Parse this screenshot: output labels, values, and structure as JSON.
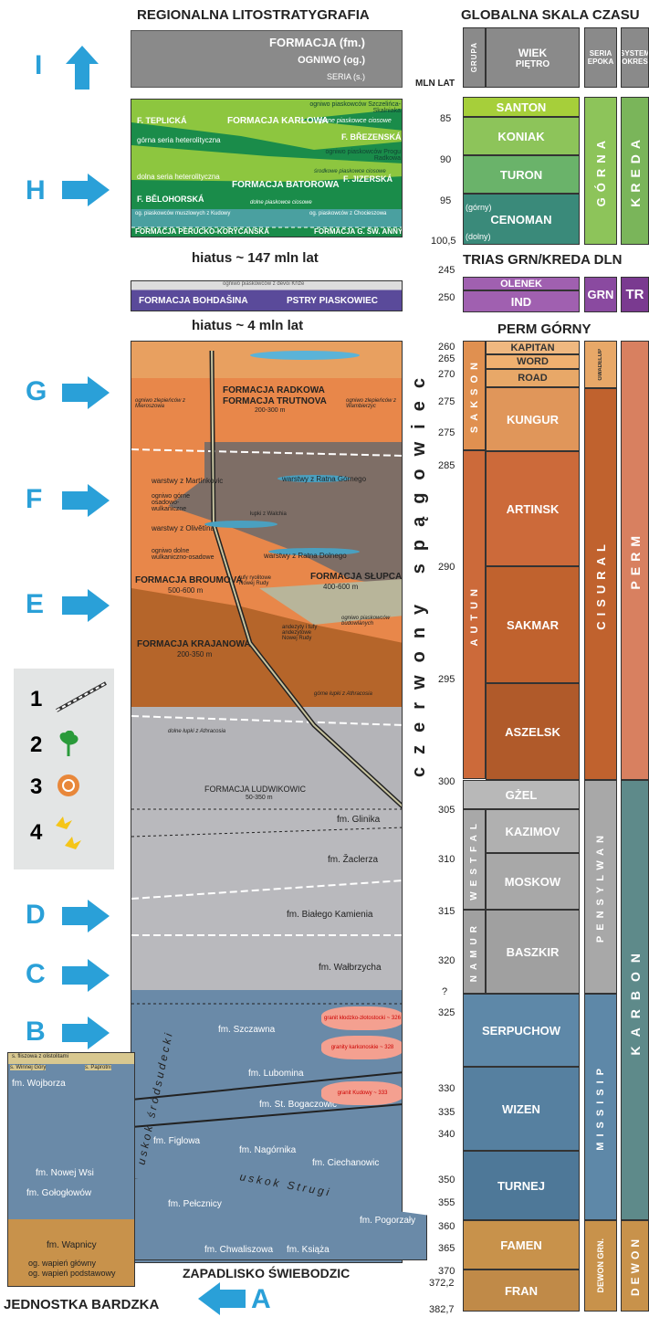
{
  "headers": {
    "left": "REGIONALNA LITOSTRATYGRAFIA",
    "right": "GLOBALNA SKALA CZASU",
    "mln_lat": "MLN LAT",
    "trias": "TRIAS GRN/KREDA DLN",
    "perm_gorny": "PERM GÓRNY"
  },
  "legend_box": {
    "formacja": "FORMACJA (fm.)",
    "ogniwo": "OGNIWO (og.)",
    "seria": "SERIA (s.)"
  },
  "global_header": {
    "grupa": "GRUPA",
    "wiek": "WIEK",
    "pietro": "PIĘTRO",
    "seria": "SERIA",
    "epoka": "EPOKA",
    "system": "SYSTEM",
    "okres": "OKRES"
  },
  "arrows": [
    "I",
    "H",
    "G",
    "F",
    "E",
    "D",
    "C",
    "B",
    "A"
  ],
  "hiatus": {
    "h147": "hiatus ~ 147 mln lat",
    "h4": "hiatus ~ 4 mln lat"
  },
  "kreda_block": {
    "f_teplicka": "F. TEPLICKÁ",
    "f_karlowa": "FORMACJA KARŁOWA",
    "f_brezenska": "F. BŘEZENSKÁ",
    "gorna_seria": "górna seria heterolityczna",
    "dolna_seria": "dolna seria heterolityczna",
    "f_batorowa": "FORMACJA BATOROWA",
    "f_jizerska": "F. JIZERSKÁ",
    "f_belohorska": "F. BĚLOHORSKÁ",
    "perucko": "FORMACJA PERUCKO-KORYCANSKÁ",
    "f_gsw_anny": "FORMACJA G. ŚW. ANNY",
    "og_szczelinca": "ogniwo piaskowców Szczelińca-Skalniaka",
    "gorne_piask": "górne piaskowce ciosowe",
    "og_progu": "ogniwo piaskowców Progu Radkowa",
    "srodkowe_piask": "środkowe piaskowce ciosowe",
    "dolne_piask": "dolne piaskowce ciosowe",
    "og_kudowy": "og. piaskowców muszlowych z Kudowy",
    "og_chocieszowa": "og. piaskowców z Chocieszowa"
  },
  "trias_block": {
    "f_bohdasina": "FORMACJA BOHDAŠINA",
    "pstry": "PSTRY PIASKOWIEC",
    "top": "ogniwo piaskowców z devoi Kříže"
  },
  "perm_block": {
    "f_radkowa": "FORMACJA RADKOWA",
    "f_trutnova": "FORMACJA TRUTNOVA",
    "radkowa_m": "200-300 m",
    "f_broumova": "FORMACJA BROUMOVA",
    "broumova_m": "500-600 m",
    "f_slupca": "FORMACJA SŁUPCA",
    "slupca_m": "400-600 m",
    "f_krajanowa": "FORMACJA KRAJANOWA",
    "krajanowa_m": "200-350 m",
    "f_ludwikowic": "FORMACJA LUDWIKOWIC",
    "ludwikowic_m": "50-350 m",
    "w_martinkovic": "warstwy z Martínkovic",
    "og_gorne": "ogniwo górne osadowo-wulkaniczne",
    "w_olivetina": "warstwy z Olivětína",
    "og_dolne": "ogniwo dolne wulkaniczno-osadowe",
    "w_ratna_g": "warstwy z Ratna Górnego",
    "w_ratna_d": "warstwy z Ratna Dolnego",
    "lupki_walchia": "łupki z Walchia",
    "zlep_wambierzyc": "ogniwo zlepieńców z Wambierzyc",
    "zlep_mlinsko": "ogniwo zlepieńców z Mieroszowa",
    "tufy": "tufy ryolitowe Nowej Rudy",
    "andezyty": "andezyty i tufy andezytowe Nowej Rudy",
    "budownicze": "ogniwo piaskowców budowlanych",
    "gorne_lupki": "górne łupki z Athracosia",
    "dolne_lupki": "dolne łupki z Athracosia",
    "czerwony": "czerwony spągowiec"
  },
  "karbon_block": {
    "glinika": "fm. Glinika",
    "zacler": "fm. Žaclerza",
    "bialy": "fm. Białego Kamienia",
    "walbrzych": "fm. Wałbrzycha",
    "szczawna": "fm. Szczawna",
    "lubomina": "fm. Lubomina",
    "bogaczowic": "fm. St. Bogaczowic",
    "figlowa": "fm. Figlowa",
    "nagornika": "fm. Nagórnika",
    "ciechanowic": "fm. Ciechanowic",
    "pelcznicy": "fm. Pełcznicy",
    "pogorzaly": "fm. Pogorzały",
    "chwaliszowa": "fm. Chwaliszowa",
    "ksiaza": "fm. Książa",
    "granit1": "granit kłodzko-złotostocki ~ 326",
    "granit2": "granity karkonoskie ~ 328",
    "granit3": "granit Kudowy ~ 333",
    "uskok_sr": "uskok śródsudecki",
    "uskok_strugi": "uskok Strugi",
    "zapadlisko": "ZAPADLISKO ŚWIEBODZIC"
  },
  "bardzka": {
    "s_fliszowa": "s. fliszowa z olistolitami",
    "s_winnej": "s. Winnej Góry",
    "s_paprotni": "s. Paprotni",
    "wojborza": "fm. Wojborza",
    "nowej_wsi": "fm. Nowej Wsi",
    "gologlowow": "fm. Gołogłowów",
    "wapnicy": "fm. Wapnicy",
    "og_glowny": "og. wapień główny",
    "og_podst": "og. wapień podstawowy",
    "jednostka": "JEDNOSTKA BARDZKA"
  },
  "legend": [
    "1",
    "2",
    "3",
    "4"
  ],
  "ages": [
    "85",
    "90",
    "95",
    "100,5",
    "245",
    "250",
    "260",
    "265",
    "270",
    "275",
    "275",
    "285",
    "290",
    "295",
    "300",
    "305",
    "310",
    "315",
    "320",
    "?",
    "325",
    "330",
    "335",
    "340",
    "350",
    "355",
    "360",
    "365",
    "370",
    "372,2",
    "382,7"
  ],
  "stages": {
    "santon": "SANTON",
    "koniak": "KONIAK",
    "turon": "TURON",
    "cenoman": "CENOMAN",
    "gorny": "(górny)",
    "dolny": "(dolny)",
    "olenek": "OLENEK",
    "ind": "IND",
    "kapitan": "KAPITAN",
    "word": "WORD",
    "road": "ROAD",
    "kungur": "KUNGUR",
    "artinsk": "ARTINSK",
    "sakmar": "SAKMAR",
    "aszelsk": "ASZELSK",
    "gzel": "GŻEL",
    "kazimov": "KAZIMOV",
    "moskow": "MOSKOW",
    "baszkir": "BASZKIR",
    "serpuchow": "SERPUCHOW",
    "wizen": "WIZEN",
    "turnej": "TURNEJ",
    "famen": "FAMEN",
    "fran": "FRAN"
  },
  "groups": {
    "sakson": "SAKSON",
    "autun": "AUTUN",
    "westfal": "WESTFAL",
    "namur": "NAMUR"
  },
  "series": {
    "gorna": "GÓRNA",
    "grn": "GRN",
    "gwadelup": "GWADELUP",
    "cisural": "CISURAL",
    "pensylwan": "PENSYLWAN",
    "missisip": "MISSISIP",
    "dewon_grn": "DEWON GRN."
  },
  "systems": {
    "kreda": "KREDA",
    "tr": "TR",
    "perm": "PERM",
    "karbon": "KARBON",
    "dewon": "DEWON"
  },
  "colors": {
    "arrow": "#2aa0d8",
    "kreda_green": "#8dc63f",
    "perm_orange": "#e8874a",
    "karbon_blue": "#6a8aa8",
    "dewon_brown": "#c8924b"
  }
}
